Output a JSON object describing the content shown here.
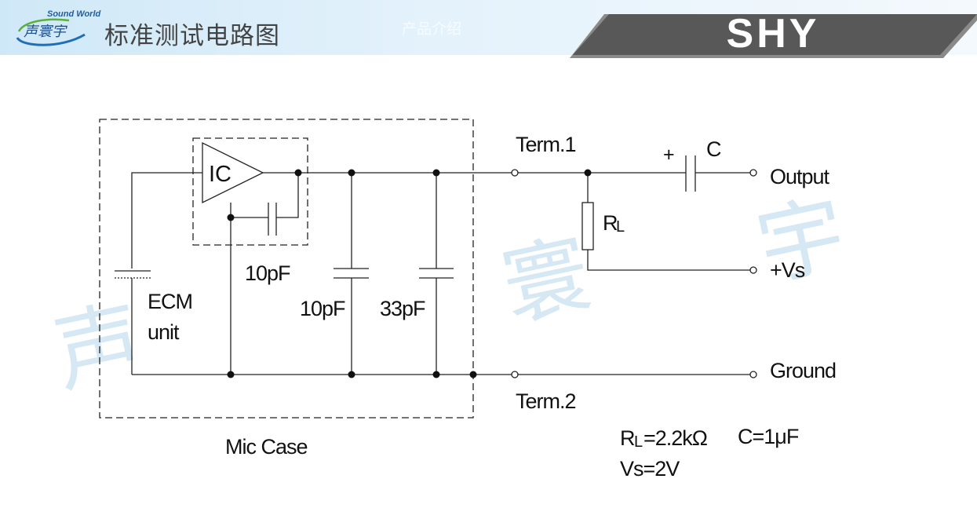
{
  "header": {
    "logo_name": "Sound World",
    "logo_cn": "声寰宇",
    "title": "标准测试电路图",
    "faint_subtitle": "产品介绍",
    "brand": "SHY"
  },
  "watermark": [
    "声",
    "寰",
    "宇"
  ],
  "diagram": {
    "ic_label": "IC",
    "ic_cap_label": "10pF",
    "cap1_label": "10pF",
    "cap2_label": "33pF",
    "ecm_label_line1": "ECM",
    "ecm_label_line2": "unit",
    "case_label": "Mic Case",
    "term1_label": "Term.1",
    "term2_label": "Term.2",
    "cap_c_plus": "+",
    "cap_c_label": "C",
    "rl_label_main": "R",
    "rl_label_sub": "L",
    "output_label": "Output",
    "vs_label": "+Vs",
    "ground_label": "Ground",
    "spec_rl_main": "R",
    "spec_rl_rest_prefix": "L",
    "spec_rl_value": "=2.2kΩ",
    "spec_c": "C=1μF",
    "spec_vs": "Vs=2V"
  },
  "colors": {
    "header_band": "#d6ecf8",
    "banner_dark": "#555555",
    "banner_light": "#8a8a8a",
    "brand_text": "#ffffff",
    "title_text": "#444444",
    "wire": "#222222",
    "watermark": "#d5e8f3"
  }
}
